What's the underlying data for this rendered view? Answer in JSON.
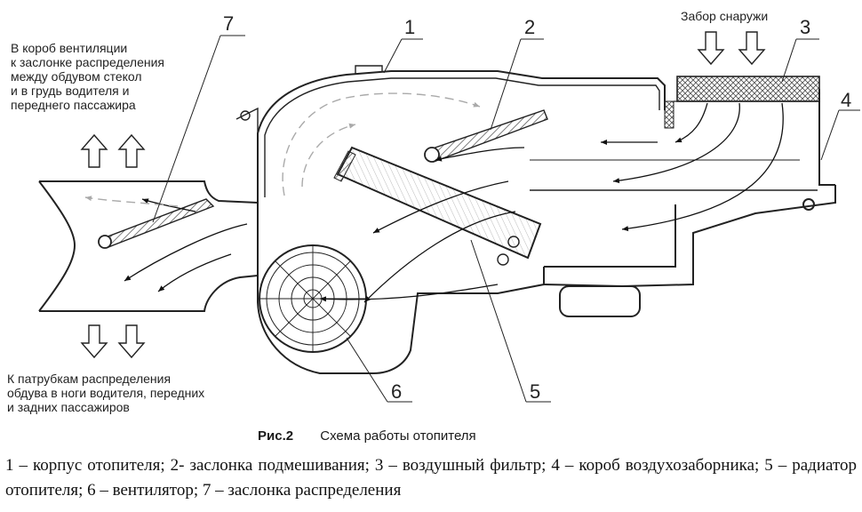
{
  "notes": {
    "top_left": [
      "В короб вентиляции",
      "к заслонке распределения",
      "между обдувом стекол",
      "и в грудь водителя и",
      "переднего пассажира"
    ],
    "bottom_left": [
      "К патрубкам распределения",
      "обдува в ноги водителя, передних",
      "и задних пассажиров"
    ],
    "intake": "Забор снаружи"
  },
  "callouts": {
    "c1": "1",
    "c2": "2",
    "c3": "3",
    "c4": "4",
    "c5": "5",
    "c6": "6",
    "c7": "7"
  },
  "caption": {
    "number": "Рис.2",
    "title": "Схема работы отопителя"
  },
  "legend": "1 – корпус отопителя; 2- заслонка подмешивания; 3 – воздушный фильтр; 4 – короб воздухозаборника; 5 – радиатор отопителя; 6 – вентилятор; 7 – заслонка распределения"
}
